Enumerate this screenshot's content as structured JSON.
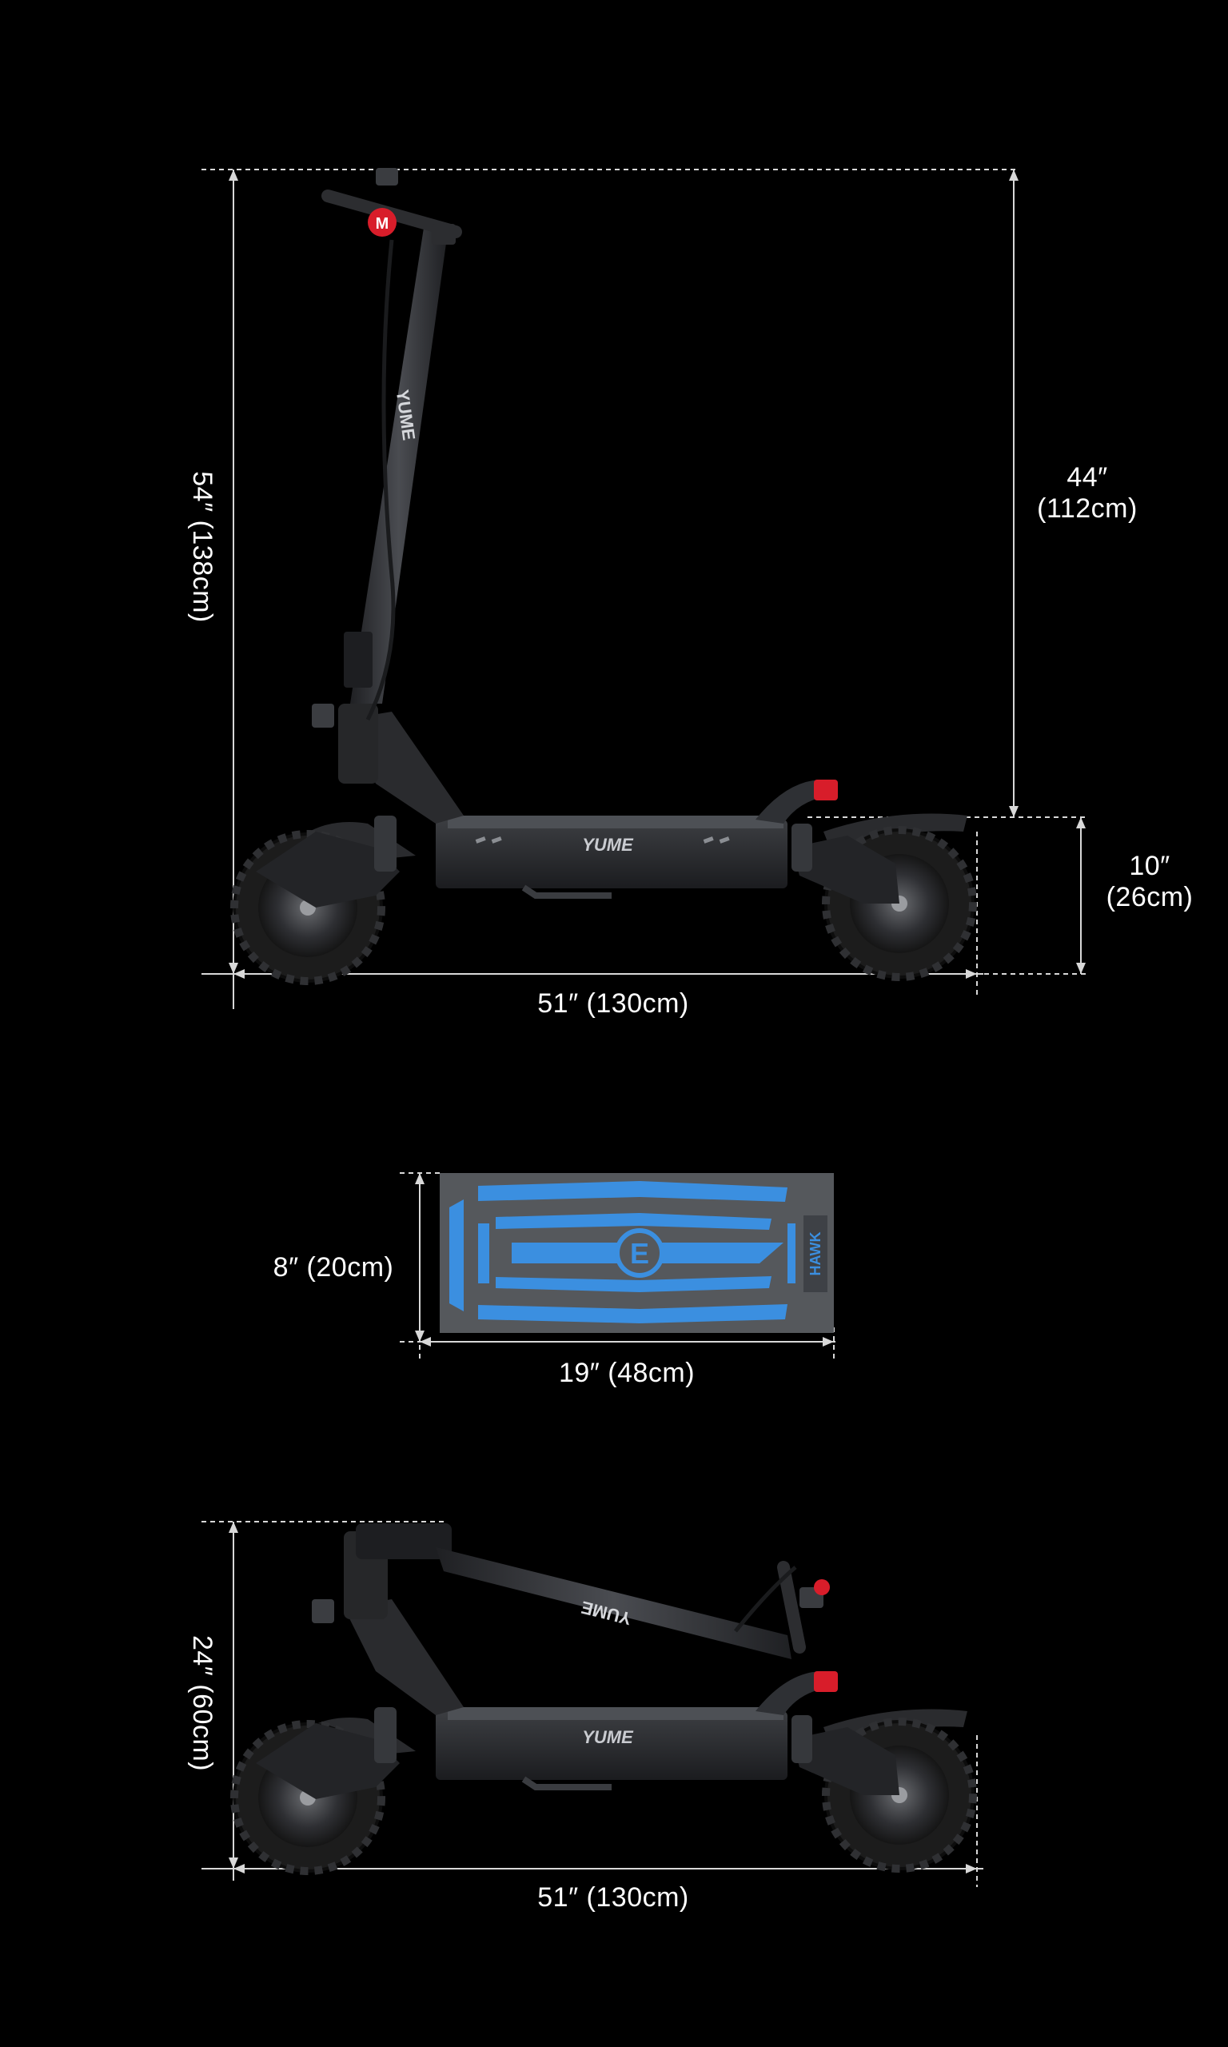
{
  "dimensions": {
    "unfolded_height": "54″ (138cm)",
    "handlebar_above_deck_inch": "44″",
    "handlebar_above_deck_cm": "(112cm)",
    "deck_height_inch": "10″",
    "deck_height_cm": "(26cm)",
    "unfolded_length": "51″ (130cm)",
    "deck_width": "8″ (20cm)",
    "deck_length": "19″ (48cm)",
    "folded_height": "24″ (60cm)",
    "folded_length": "51″ (130cm)"
  },
  "branding": {
    "stem_logo": "YUME",
    "deck_logo": "YUME",
    "deck_badge": "HAWK",
    "emblem_letter": "E",
    "handlebar_emblem_letter": "M"
  },
  "colors": {
    "background": "#000000",
    "text": "#ffffff",
    "deck_accent": "#3b8fe0",
    "grip_tape": "#55585c",
    "frame": "#2a2b2e",
    "tire": "#1c1c1c",
    "brake_light": "#d81d2a"
  }
}
